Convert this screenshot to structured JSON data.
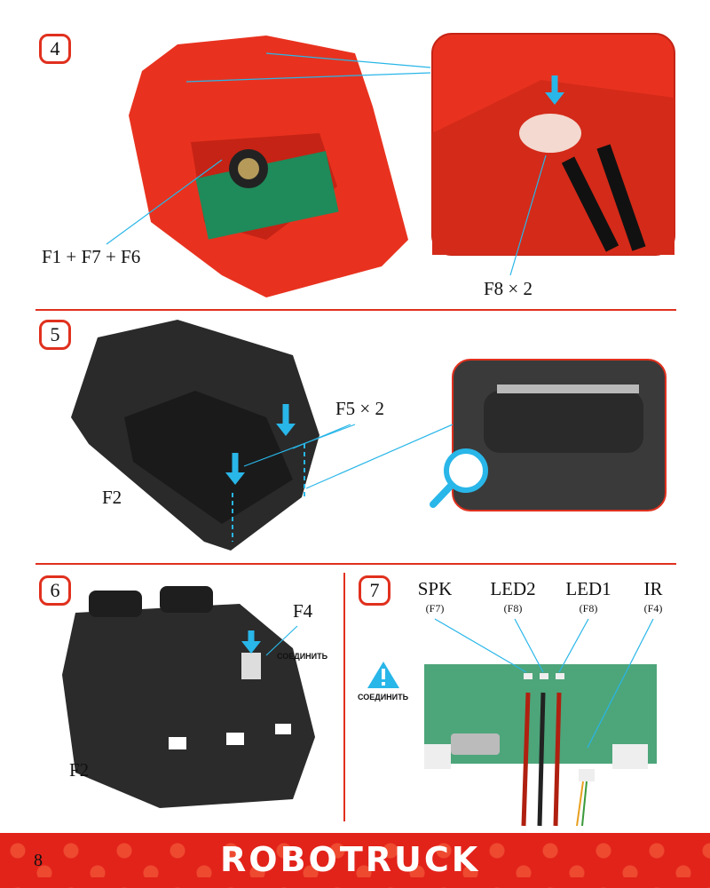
{
  "steps": [
    {
      "number": "4",
      "labels": {
        "main": "F1 + F7 + F6",
        "inset": "F8 × 2"
      }
    },
    {
      "number": "5",
      "labels": {
        "part": "F2",
        "fastener": "F5 × 2"
      }
    },
    {
      "number": "6",
      "labels": {
        "part": "F2",
        "connector": "F4",
        "connect": "СОЕДИНИТЬ"
      }
    },
    {
      "number": "7",
      "ports": [
        {
          "name": "SPK",
          "part": "(F7)"
        },
        {
          "name": "LED2",
          "part": "(F8)"
        },
        {
          "name": "LED1",
          "part": "(F8)"
        },
        {
          "name": "IR",
          "part": "(F4)"
        }
      ],
      "connect": "СОЕДИНИТЬ"
    }
  ],
  "footer": {
    "page": "8",
    "brand": "ROBOTRUCK"
  },
  "colors": {
    "accent": "#e0301e",
    "leader": "#29b6e8"
  }
}
